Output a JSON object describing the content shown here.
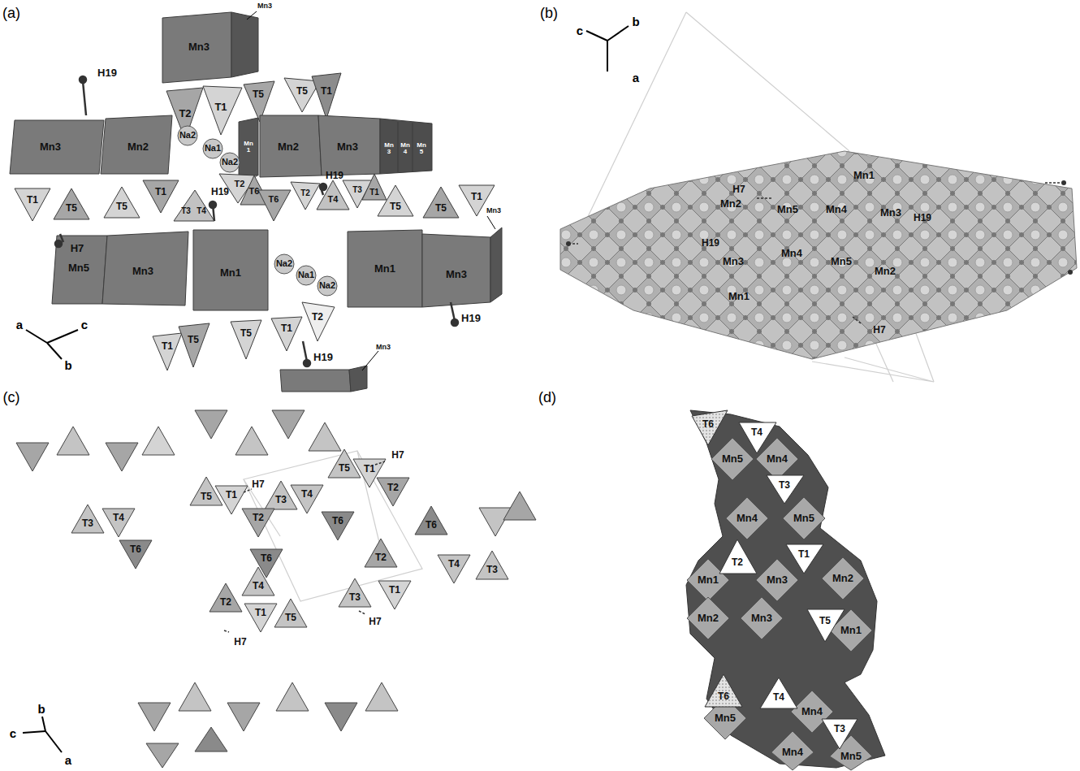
{
  "diagram": {
    "labels": [
      "(a)",
      "Mn3",
      "Mn3",
      "T2",
      "T1",
      "T5",
      "T5",
      "T1",
      "H19",
      "Mn3",
      "Mn2",
      "Na2",
      "Na1",
      "Na2",
      "Mn 1",
      "Mn2",
      "Mn3",
      "Mn 3",
      "Mn 4",
      "Mn 5",
      "T1",
      "T5",
      "T5",
      "T1",
      "T3",
      "T4",
      "H19",
      "T2",
      "T6",
      "T6",
      "T2",
      "H19",
      "T4",
      "T3",
      "T1",
      "T5",
      "T5",
      "T1",
      "H7",
      "Mn5",
      "Mn3",
      "Mn1",
      "Na2",
      "Na1",
      "Na2",
      "Mn1",
      "Mn3",
      "Mn3",
      "H19",
      "T1",
      "T5",
      "T5",
      "T1",
      "T2",
      "H19",
      "Mn3",
      "a",
      "c",
      "b",
      "(b)",
      "c",
      "b",
      "a",
      "H7",
      "Mn2",
      "Mn5",
      "Mn4",
      "Mn1",
      "Mn3",
      "H19",
      "H19",
      "Mn3",
      "Mn4",
      "Mn5",
      "Mn2",
      "Mn1",
      "H7",
      "(c)",
      "T5",
      "T1",
      "H7",
      "T2",
      "T5",
      "T1",
      "H7",
      "T3",
      "T4",
      "T2",
      "T6",
      "T3",
      "T4",
      "T6",
      "T6",
      "T6",
      "T2",
      "T4",
      "T3",
      "T1",
      "T4",
      "T3",
      "H7",
      "T2",
      "H7",
      "T1",
      "T5",
      "b",
      "c",
      "a",
      "(d)",
      "T6",
      "T4",
      "Mn5",
      "Mn4",
      "T3",
      "Mn4",
      "Mn5",
      "T2",
      "Mn1",
      "Mn3",
      "T1",
      "Mn2",
      "Mn2",
      "Mn3",
      "T5",
      "Mn1",
      "T6",
      "T4",
      "Mn5",
      "Mn4",
      "T3",
      "Mn4",
      "Mn5"
    ]
  }
}
